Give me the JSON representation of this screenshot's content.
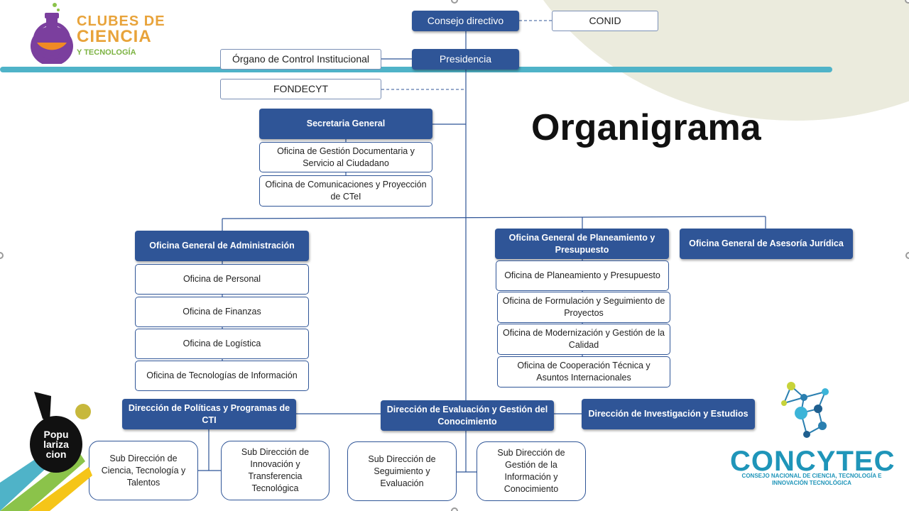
{
  "title": "Organigrama",
  "top": {
    "consejo": "Consejo directivo",
    "conid": "CONID",
    "presidencia": "Presidencia",
    "oci": "Órgano de Control Institucional",
    "fondecyt": "FONDECYT"
  },
  "secretaria": {
    "head": "Secretaria General",
    "units": [
      "Oficina de Gestión Documentaria y Servicio al Ciudadano",
      "Oficina de Comunicaciones y Proyección de CTeI"
    ]
  },
  "administracion": {
    "head": "Oficina General de Administración",
    "units": [
      "Oficina de Personal",
      "Oficina de Finanzas",
      "Oficina de Logística",
      "Oficina de Tecnologías de Información"
    ]
  },
  "planeamiento": {
    "head": "Oficina General de Planeamiento y Presupuesto",
    "units": [
      "Oficina de Planeamiento y Presupuesto",
      "Oficina de Formulación y Seguimiento de Proyectos",
      "Oficina de Modernización y Gestión de la Calidad",
      "Oficina de Cooperación Técnica y Asuntos Internacionales"
    ]
  },
  "asesoria": {
    "head": "Oficina General de Asesoría Jurídica"
  },
  "direcciones": {
    "politicas": "Dirección de Políticas y Programas de CTI",
    "evaluacion": "Dirección de Evaluación y Gestión del Conocimiento",
    "investigacion": "Dirección de Investigación y Estudios"
  },
  "subdirecciones": [
    "Sub Dirección de Ciencia, Tecnología y Talentos",
    "Sub Dirección de Innovación y Transferencia Tecnológica",
    "Sub Dirección de Seguimiento y Evaluación",
    "Sub Dirección de Gestión de la Información y Conocimiento"
  ],
  "logos": {
    "clubes": [
      "CLUBES DE",
      "CIENCIA",
      "Y TECNOLOGÍA"
    ],
    "popularizacion": [
      "Popu",
      "lariza",
      "cion"
    ],
    "concytec": "CONCYTEC",
    "concytec_sub": "CONSEJO NACIONAL DE CIENCIA, TECNOLOGÍA E INNOVACIÓN TECNOLÓGICA"
  },
  "colors": {
    "node_dark": "#2f5597",
    "accent": "#4fb3c8",
    "brand_orange": "#e8a33a",
    "concytec_blue": "#1f95b9"
  }
}
